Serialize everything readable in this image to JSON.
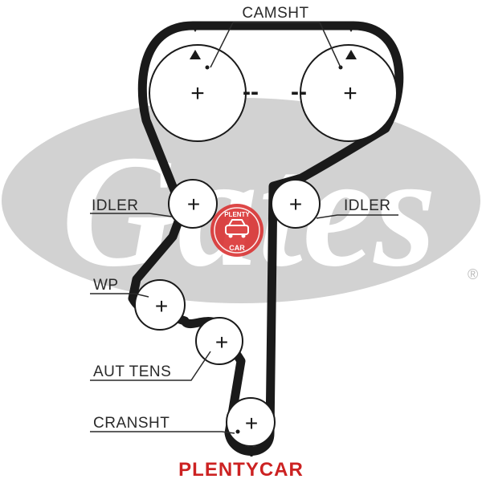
{
  "labels": {
    "camshaft": "CAMSHT",
    "idler_left": "IDLER",
    "idler_right": "IDLER",
    "water_pump": "WP",
    "auto_tensioner": "AUT TENS",
    "crankshaft": "CRANSHT"
  },
  "markers": {
    "plus": "+",
    "dash": "--"
  },
  "watermark": {
    "logo_text": "Gates",
    "registered": "®",
    "badge_top": "PLENTY",
    "badge_bottom": "CAR"
  },
  "brand": {
    "text": "PLENTYCAR"
  },
  "colors": {
    "belt": "#1a1a1a",
    "pulley_stroke": "#1a1a1a",
    "logo_gray": "#d2d2d2",
    "badge_red": "#d93333",
    "brand_red": "#cc2222"
  }
}
